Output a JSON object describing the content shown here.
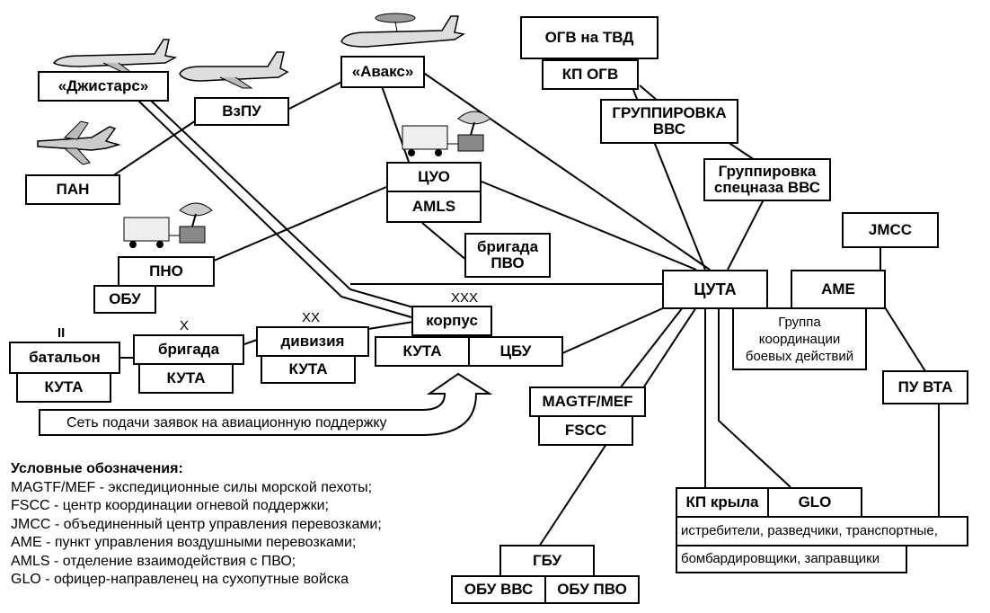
{
  "nodes": {
    "ogv_tvd": "ОГВ на ТВД",
    "kp_ogv": "КП ОГВ",
    "gruppirovka_vvs": "ГРУППИРОВКА\nВВС",
    "gruppirovka_specnaza": "Группировка\nспецназа ВВС",
    "jmcc": "JMCC",
    "ame": "AME",
    "cuta": "ЦУТА",
    "gruppa_koordinacii": "Группа\nкоординации\nбоевых действий",
    "pu_vta": "ПУ ВТА",
    "jstars": "«Джистарс»",
    "awacs": "«Авакс»",
    "vzpu": "ВзПУ",
    "pan": "ПАН",
    "cuo": "ЦУО",
    "amls": "AMLS",
    "brigada_pvo": "бригада\nПВО",
    "pno": "ПНО",
    "obu_pno": "ОБУ",
    "korpus": "корпус",
    "kuta_korpus": "КУТА",
    "cbu": "ЦБУ",
    "diviziya": "дивизия",
    "kuta_diviziya": "КУТА",
    "brigada": "бригада",
    "kuta_brigada": "КУТА",
    "batalon": "батальон",
    "kuta_batalon": "КУТА",
    "magtf": "MAGTF/MEF",
    "fscc": "FSCC",
    "kp_kryla": "КП крыла",
    "glo": "GLO",
    "kryl_types_1": "истребители, разведчики, транспортные,",
    "kryl_types_2": "бомбардировщики, заправщики",
    "gbu": "ГБУ",
    "obu_vvs": "ОБУ ВВС",
    "obu_pvo": "ОБУ ПВО"
  },
  "echelons": {
    "battalion": "II",
    "brigade": "X",
    "division": "XX",
    "corps": "XXX"
  },
  "request_network": "Сеть подачи заявок на авиационную поддержку",
  "legend": {
    "title": "Условные обозначения:",
    "items": [
      "MAGTF/MEF - экспедиционные силы морской пехоты;",
      "FSCC - центр координации огневой поддержки;",
      "JMCC - объединенный центр управления перевозками;",
      "AME - пункт управления воздушными перевозками;",
      "AMLS - отделение взаимодействия с ПВО;",
      "GLO - офицер-направленец на сухопутные войска"
    ]
  },
  "icons": [
    "jstars-aircraft-icon",
    "airliner-icon",
    "awacs-aircraft-icon",
    "attack-aircraft-icon",
    "radar-trailer-icon"
  ]
}
